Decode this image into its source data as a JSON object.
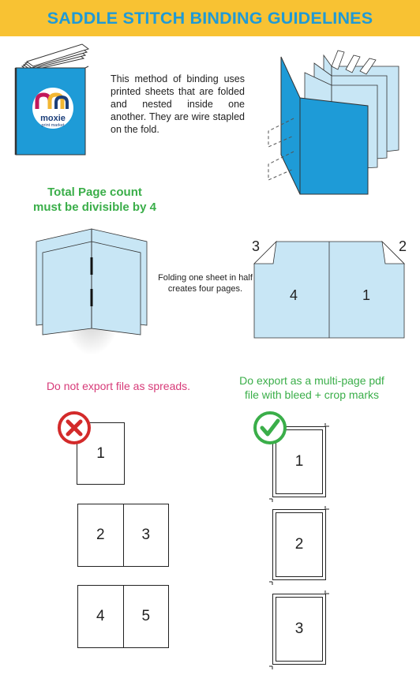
{
  "header": {
    "title": "SADDLE STITCH BINDING GUIDELINES"
  },
  "intro": {
    "text": "This method of binding uses printed sheets that are folded and nested inside one another. They are wire stapled on the fold."
  },
  "logo": {
    "name": "moxie",
    "tagline": "print market"
  },
  "page_count": {
    "line1": "Total Page count",
    "line2": "must be divisible by 4"
  },
  "fold_note": {
    "text": "Folding one sheet in half creates four pages."
  },
  "sheet_pages": {
    "top_left": "3",
    "top_right": "2",
    "left": "4",
    "right": "1"
  },
  "dont": {
    "text": "Do not export file as spreads.",
    "icon": "x-mark-icon",
    "pages": [
      "1"
    ],
    "spreads": [
      [
        "2",
        "3"
      ],
      [
        "4",
        "5"
      ]
    ]
  },
  "do": {
    "line1": "Do export as a multi-page pdf",
    "line2": "file with bleed + crop marks",
    "icon": "check-mark-icon",
    "pages": [
      "1",
      "2",
      "3"
    ]
  },
  "colors": {
    "header_bg": "#f8c233",
    "title_blue": "#1f9ad6",
    "green": "#3aae49",
    "pink": "#d73a78",
    "booklet_blue": "#1e9bd7",
    "light_blue": "#c8e6f5",
    "red": "#d32a2a"
  }
}
